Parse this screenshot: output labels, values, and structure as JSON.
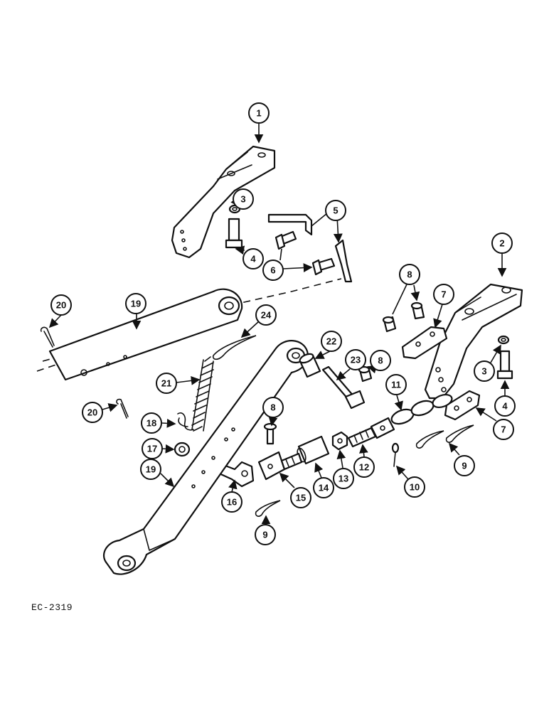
{
  "diagram": {
    "reference_code": "EC-2319",
    "callouts": [
      "1",
      "2",
      "3",
      "3",
      "4",
      "4",
      "5",
      "6",
      "7",
      "7",
      "8",
      "8",
      "8",
      "9",
      "9",
      "10",
      "11",
      "12",
      "13",
      "14",
      "15",
      "16",
      "17",
      "18",
      "19",
      "19",
      "20",
      "20",
      "21",
      "22",
      "23",
      "24"
    ]
  }
}
